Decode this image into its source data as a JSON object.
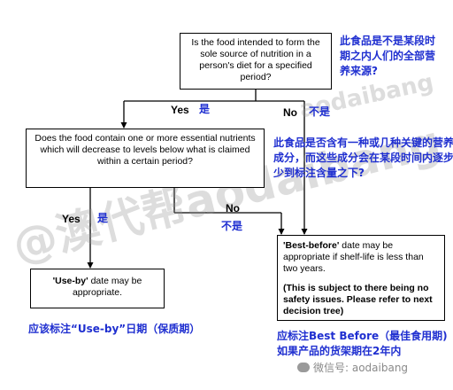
{
  "question1": {
    "text": "Is the food intended to form the sole source of nutrition in a person's diet for a specified period?",
    "cn": [
      "此食品是不是某段时",
      "期之内人们的全部营",
      "养来源?"
    ]
  },
  "question2": {
    "text": "Does the food contain one or more essential nutrients which will decrease to levels below what is claimed within a certain period?",
    "cn": [
      "此食品是否含有一种或几种关键的营养",
      "成分，而这些成分会在某段时间内逐步减",
      "少到标注含量之下?"
    ]
  },
  "edges": {
    "q1_yes": "Yes",
    "q1_yes_cn": "是",
    "q1_no": "No",
    "q1_no_cn": "不是",
    "q2_yes": "Yes",
    "q2_yes_cn": "是",
    "q2_no": "No",
    "q2_no_cn": "不是"
  },
  "result_use_by": {
    "term": "'Use-by'",
    "rest": " date may be appropriate.",
    "cn": "应该标注“Use-by”日期（保质期）"
  },
  "result_best_before": {
    "term": "'Best-before'",
    "rest": " date may be appropriate if shelf-life is less than two years.",
    "note": "(This is subject to there being no safety issues. Please refer to next decision tree)",
    "cn": [
      "应标注Best Before（最佳食用期)",
      "如果产品的货架期在2年内"
    ]
  },
  "watermark": {
    "main": "@澳代帮aodaibang",
    "top": "aodaibang"
  },
  "footer": {
    "label": "微信号: aodaibang"
  }
}
